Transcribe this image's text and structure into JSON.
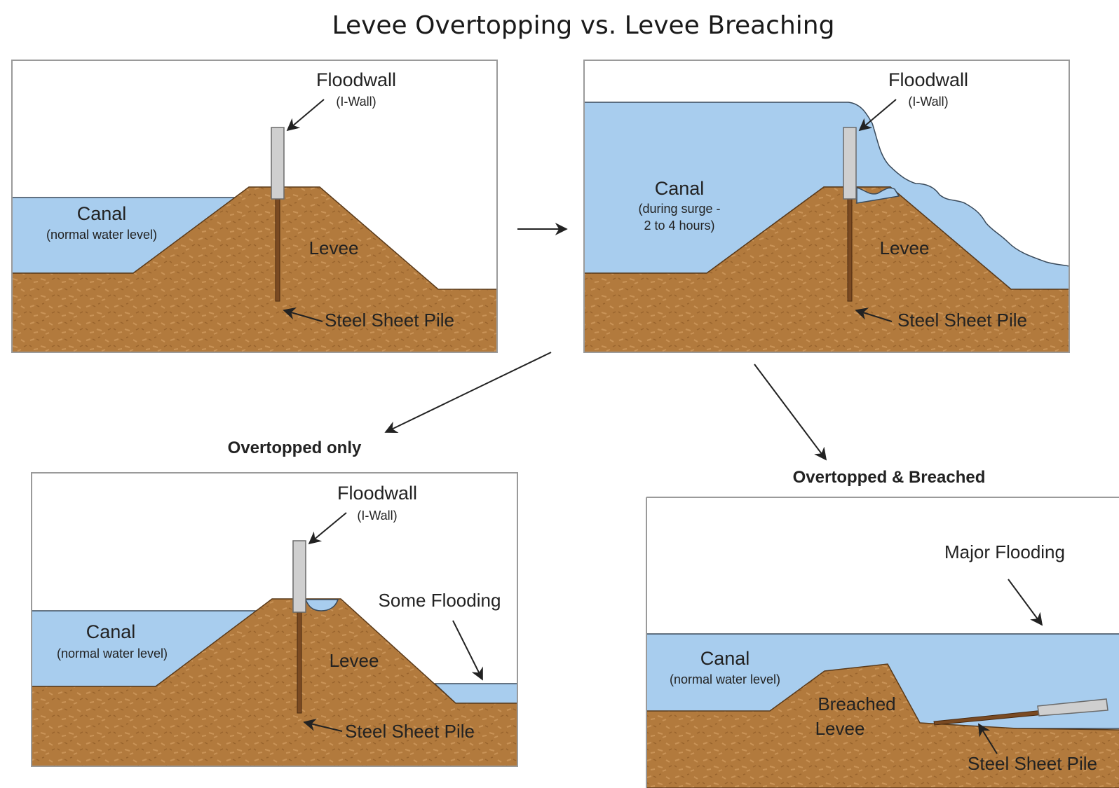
{
  "title": "Levee Overtopping vs. Levee Breaching",
  "colors": {
    "water": "#a8cdee",
    "soil": "#b27a3d",
    "pile": "#7a4a22",
    "floodwall": "#cfcfcf"
  },
  "panels": {
    "normal": {
      "floodwall": "Floodwall",
      "iwall": "(I-Wall)",
      "canal": "Canal",
      "canal_note": "(normal water level)",
      "levee": "Levee",
      "pile": "Steel Sheet Pile"
    },
    "surge": {
      "floodwall": "Floodwall",
      "iwall": "(I-Wall)",
      "canal": "Canal",
      "canal_note_1": "(during surge -",
      "canal_note_2": "2 to 4 hours)",
      "levee": "Levee",
      "pile": "Steel Sheet Pile"
    },
    "overtopped": {
      "heading": "Overtopped only",
      "floodwall": "Floodwall",
      "iwall": "(I-Wall)",
      "canal": "Canal",
      "canal_note": "(normal water level)",
      "levee": "Levee",
      "flooding": "Some Flooding",
      "pile": "Steel Sheet Pile"
    },
    "breached": {
      "heading": "Overtopped & Breached",
      "flooding": "Major Flooding",
      "canal": "Canal",
      "canal_note": "(normal water level)",
      "levee_1": "Breached",
      "levee_2": "Levee",
      "pile": "Steel Sheet Pile"
    }
  }
}
